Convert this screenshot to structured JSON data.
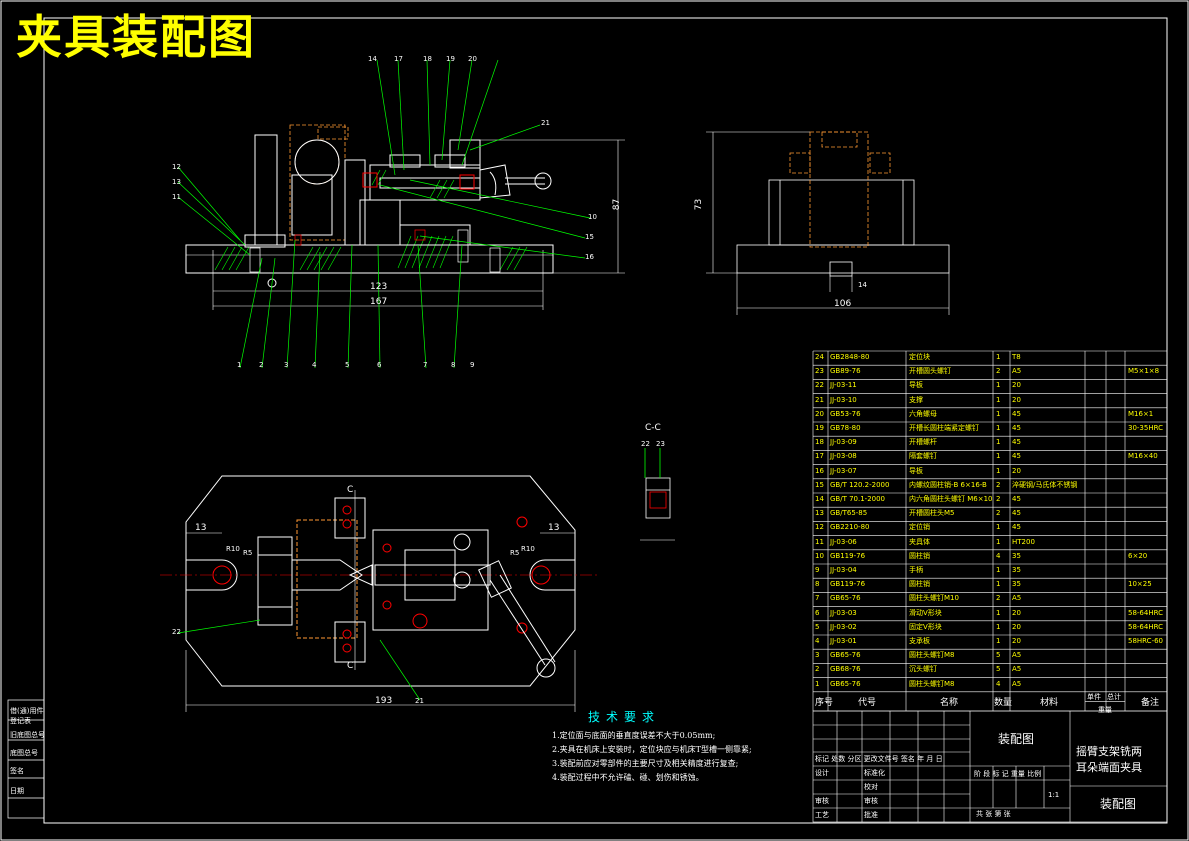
{
  "title": "夹具装配图",
  "section_label": "C-C",
  "section_marks": [
    "C",
    "C"
  ],
  "front_view": {
    "dim_width_inner": "123",
    "dim_width_outer": "167",
    "dim_height": "87",
    "balloons_top": [
      "14",
      "17",
      "18",
      "19",
      "20",
      "21"
    ],
    "balloons_left": [
      "12",
      "13",
      "11"
    ],
    "balloons_right": [
      "10",
      "15",
      "16"
    ],
    "balloons_bottom": [
      "1",
      "2",
      "3",
      "4",
      "5",
      "6",
      "7",
      "8",
      "9"
    ]
  },
  "side_view": {
    "dim_height": "73",
    "dim_width": "106",
    "dim_slot": "14"
  },
  "top_view": {
    "dim_left_13": "13",
    "dim_right_13": "13",
    "dim_r10_left": "R10",
    "dim_r5_left": "R5",
    "dim_r10_right": "R10",
    "dim_r5_right": "R5",
    "dim_width": "193",
    "balloon_left": "22",
    "balloon_bottom": "21"
  },
  "section_view": {
    "balloons": [
      "22",
      "23"
    ]
  },
  "bom": {
    "headers": [
      "序号",
      "代号",
      "名称",
      "数量",
      "材料",
      "单件",
      "总计",
      "重量",
      "备注"
    ],
    "rows": [
      [
        "24",
        "GB2848-80",
        "定位块",
        "1",
        "T8",
        ""
      ],
      [
        "23",
        "GB89-76",
        "开槽圆头螺钉",
        "2",
        "A5",
        "M5×1×8"
      ],
      [
        "22",
        "JJ-03-11",
        "导板",
        "1",
        "20",
        ""
      ],
      [
        "21",
        "JJ-03-10",
        "支撑",
        "1",
        "20",
        ""
      ],
      [
        "20",
        "GB53-76",
        "六角螺母",
        "1",
        "45",
        "M16×1"
      ],
      [
        "19",
        "GB78-80",
        "开槽长圆柱端紧定螺钉",
        "1",
        "45",
        "30-35HRC"
      ],
      [
        "18",
        "JJ-03-09",
        "开槽螺杆",
        "1",
        "45",
        ""
      ],
      [
        "17",
        "JJ-03-08",
        "隔套螺钉",
        "1",
        "45",
        "M16×40"
      ],
      [
        "16",
        "JJ-03-07",
        "导板",
        "1",
        "20",
        ""
      ],
      [
        "15",
        "GB/T 120.2-2000",
        "内螺纹圆柱销-B 6×16-B",
        "2",
        "淬硬钢/马氏体不锈钢",
        ""
      ],
      [
        "14",
        "GB/T 70.1-2000",
        "内六角圆柱头螺钉 M6×10",
        "2",
        "45",
        ""
      ],
      [
        "13",
        "GB/T65-85",
        "开槽圆柱头M5",
        "2",
        "45",
        ""
      ],
      [
        "12",
        "GB2210-80",
        "定位销",
        "1",
        "45",
        ""
      ],
      [
        "11",
        "JJ-03-06",
        "夹具体",
        "1",
        "HT200",
        ""
      ],
      [
        "10",
        "GB119-76",
        "圆柱销",
        "4",
        "35",
        "6×20"
      ],
      [
        "9",
        "JJ-03-04",
        "手柄",
        "1",
        "35",
        ""
      ],
      [
        "8",
        "GB119-76",
        "圆柱销",
        "1",
        "35",
        "10×25"
      ],
      [
        "7",
        "GB65-76",
        "圆柱头螺钉M10",
        "2",
        "A5",
        ""
      ],
      [
        "6",
        "JJ-03-03",
        "滑动V形块",
        "1",
        "20",
        "58-64HRC"
      ],
      [
        "5",
        "JJ-03-02",
        "固定V形块",
        "1",
        "20",
        "58-64HRC"
      ],
      [
        "4",
        "JJ-03-01",
        "支承板",
        "1",
        "20",
        "58HRC-60"
      ],
      [
        "3",
        "GB65-76",
        "圆柱头螺钉M8",
        "5",
        "A5",
        ""
      ],
      [
        "2",
        "GB68-76",
        "沉头螺钉",
        "5",
        "A5",
        ""
      ],
      [
        "1",
        "GB65-76",
        "圆柱头螺钉M8",
        "4",
        "A5",
        ""
      ]
    ]
  },
  "title_block": {
    "drawing_name": "装配图",
    "part_name_line1": "摇臂支架铣两",
    "part_name_line2": "耳朵端面夹具",
    "drawing_no": "装配图",
    "revision_header": "标记 处数 分区 更改文件号 签名 年 月 日",
    "design": "设计",
    "standardization": "标准化",
    "review": "审核",
    "process": "工艺",
    "proofread": "校对",
    "approve": "批准",
    "reviewed2": "审核",
    "stage_header": "阶 段 标 记 重量 比例",
    "scale": "1:1",
    "sheets": "共  张  第  张"
  },
  "tech_requirements": {
    "title": "技术要求",
    "items": [
      "1.定位面与底面的垂直度误差不大于0.05mm;",
      "2.夹具在机床上安装时，定位块应与机床T型槽一侧靠紧;",
      "3.装配前应对零部件的主要尺寸及相关精度进行复查;",
      "4.装配过程中不允许磕、碰、划伤和锈蚀。"
    ]
  },
  "left_strip": [
    "借(通)用件",
    "登记表",
    "旧底图总号",
    "底图总号",
    "签名",
    "日期"
  ]
}
